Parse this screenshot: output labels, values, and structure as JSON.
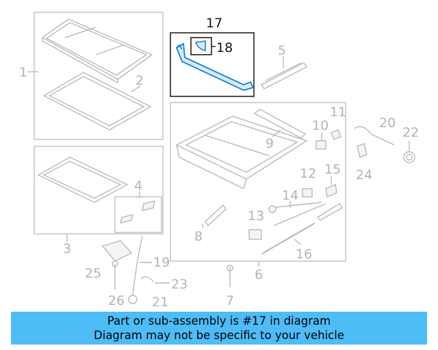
{
  "callouts": {
    "c1": "1",
    "c2": "2",
    "c3": "3",
    "c4": "4",
    "c5": "5",
    "c6": "6",
    "c7": "7",
    "c8": "8",
    "c9": "9",
    "c10": "10",
    "c11": "11",
    "c12": "12",
    "c13": "13",
    "c14": "14",
    "c15": "15",
    "c16": "16",
    "c17": "17",
    "c18": "18",
    "c19": "19",
    "c20": "20",
    "c21": "21",
    "c22": "22",
    "c23": "23",
    "c24": "24",
    "c25": "25",
    "c26": "26"
  },
  "highlighted_part": "17",
  "colors": {
    "highlight": "#1a7fd6",
    "banner": "#4dbcf7",
    "parts": "#b8b8b8"
  },
  "banner": {
    "line1": "Part or sub-assembly is #17 in diagram",
    "line2": "Diagram may not be specific to your vehicle"
  }
}
